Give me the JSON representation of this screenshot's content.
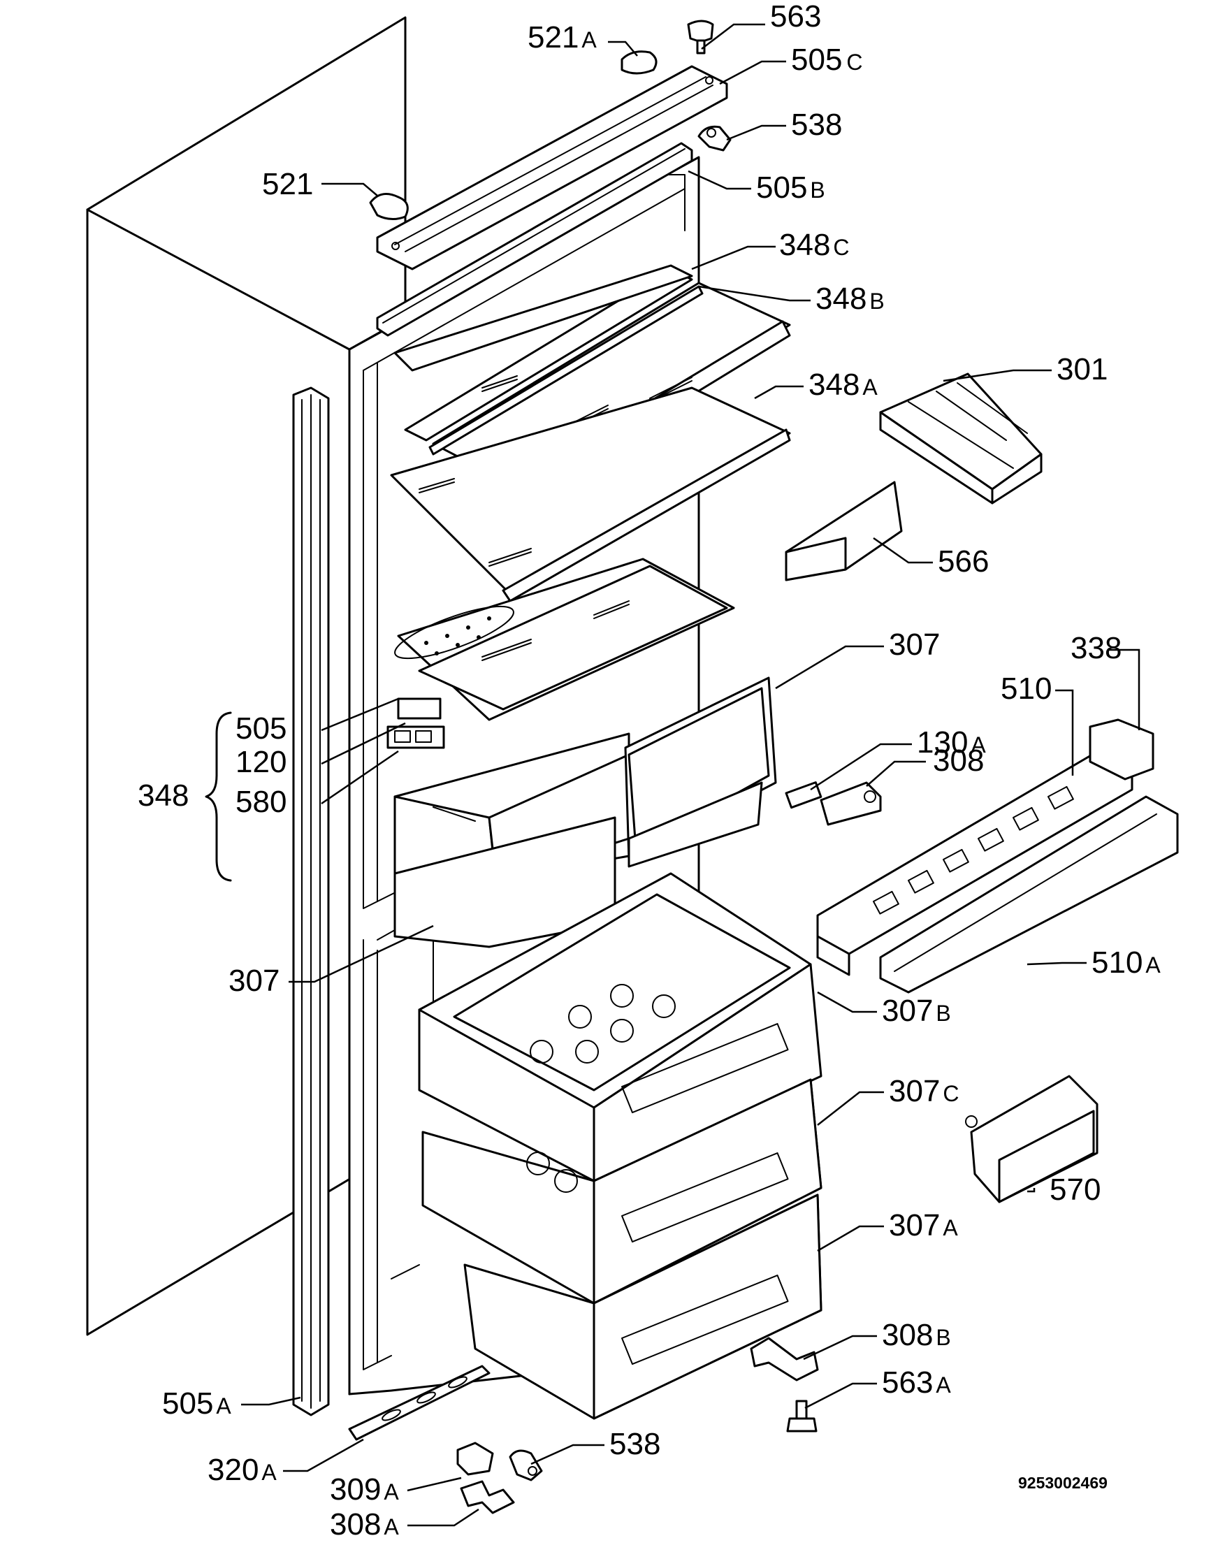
{
  "drawing_number": "9253002469",
  "callouts": [
    {
      "id": "c-563",
      "num": "563",
      "suffix": ""
    },
    {
      "id": "c-521a",
      "num": "521",
      "suffix": "A"
    },
    {
      "id": "c-505c",
      "num": "505",
      "suffix": "C"
    },
    {
      "id": "c-538-top",
      "num": "538",
      "suffix": ""
    },
    {
      "id": "c-521",
      "num": "521",
      "suffix": ""
    },
    {
      "id": "c-505b",
      "num": "505",
      "suffix": "B"
    },
    {
      "id": "c-348c",
      "num": "348",
      "suffix": "C"
    },
    {
      "id": "c-348b",
      "num": "348",
      "suffix": "B"
    },
    {
      "id": "c-348a",
      "num": "348",
      "suffix": "A"
    },
    {
      "id": "c-301",
      "num": "301",
      "suffix": ""
    },
    {
      "id": "c-566",
      "num": "566",
      "suffix": ""
    },
    {
      "id": "c-307-top",
      "num": "307",
      "suffix": ""
    },
    {
      "id": "c-338",
      "num": "338",
      "suffix": ""
    },
    {
      "id": "c-510",
      "num": "510",
      "suffix": ""
    },
    {
      "id": "c-130a",
      "num": "130",
      "suffix": "A"
    },
    {
      "id": "c-308",
      "num": "308",
      "suffix": ""
    },
    {
      "id": "c-505",
      "num": "505",
      "suffix": ""
    },
    {
      "id": "c-120",
      "num": "120",
      "suffix": ""
    },
    {
      "id": "c-348",
      "num": "348",
      "suffix": ""
    },
    {
      "id": "c-580",
      "num": "580",
      "suffix": ""
    },
    {
      "id": "c-510a",
      "num": "510",
      "suffix": "A"
    },
    {
      "id": "c-307-left",
      "num": "307",
      "suffix": ""
    },
    {
      "id": "c-307b",
      "num": "307",
      "suffix": "B"
    },
    {
      "id": "c-307c",
      "num": "307",
      "suffix": "C"
    },
    {
      "id": "c-570",
      "num": "570",
      "suffix": ""
    },
    {
      "id": "c-307a",
      "num": "307",
      "suffix": "A"
    },
    {
      "id": "c-308b",
      "num": "308",
      "suffix": "B"
    },
    {
      "id": "c-563a",
      "num": "563",
      "suffix": "A"
    },
    {
      "id": "c-505a",
      "num": "505",
      "suffix": "A"
    },
    {
      "id": "c-320a",
      "num": "320",
      "suffix": "A"
    },
    {
      "id": "c-538-bottom",
      "num": "538",
      "suffix": ""
    },
    {
      "id": "c-309a",
      "num": "309",
      "suffix": "A"
    },
    {
      "id": "c-308a",
      "num": "308",
      "suffix": "A"
    }
  ]
}
